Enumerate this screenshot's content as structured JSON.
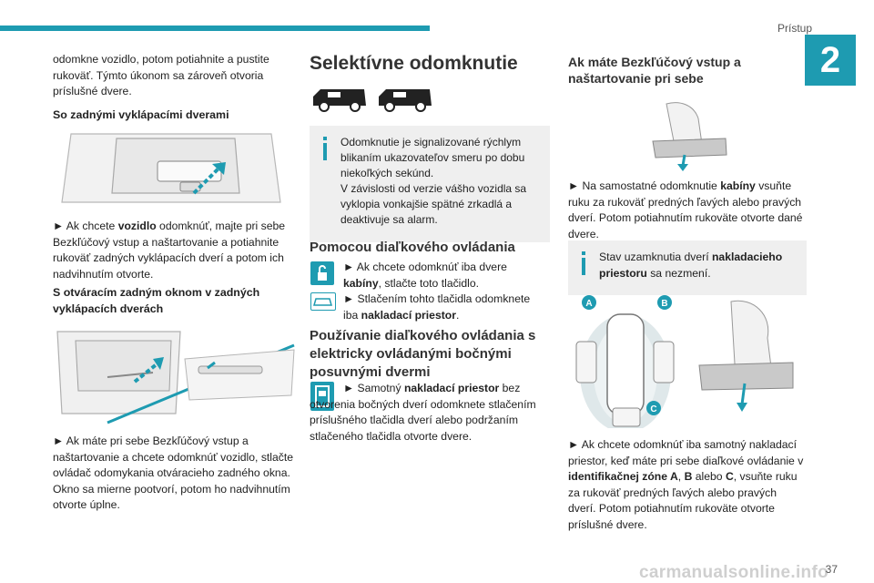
{
  "header": {
    "section_title": "Prístup",
    "section_number": "2"
  },
  "footer": {
    "page_number": "37",
    "watermark": "carmanualsonline.info"
  },
  "col1": {
    "intro": "odomkne vozidlo, potom potiahnite a pustite rukoväť. Týmto úkonom sa zároveň otvoria príslušné dvere.",
    "heading1": "So zadnými vyklápacími dverami",
    "para1_a": "► Ak chcete ",
    "para1_b": "vozidlo",
    "para1_c": " odomknúť, majte pri sebe Bezkľúčový vstup a naštartovanie a potiahnite rukoväť zadných vyklápacích dverí a potom ich nadvihnutím otvorte.",
    "heading2": "S otváracím zadným oknom v zadných vyklápacích dverách",
    "para2": "► Ak máte pri sebe Bezkľúčový vstup a naštartovanie a chcete odomknúť vozidlo, stlačte ovládač odomykania otváracieho zadného okna. Okno sa mierne pootvorí, potom ho nadvihnutím otvorte úplne."
  },
  "col2": {
    "title": "Selektívne odomknutie",
    "note": "Odomknutie je signalizované rýchlym blikaním ukazovateľov smeru po dobu niekoľkých sekúnd.\nV závislosti od verzie vášho vozidla sa vyklopia vonkajšie spätné zrkadlá a deaktivuje sa alarm.",
    "heading_remote": "Pomocou diaľkového ovládania",
    "remote_p1_a": "► Ak chcete odomknúť iba dvere ",
    "remote_p1_b": "kabíny",
    "remote_p1_c": ", stlačte toto tlačidlo.",
    "remote_p2_a": "► Stlačením tohto tlačidla odomknete iba ",
    "remote_p2_b": "nakladací priestor",
    "remote_p2_c": ".",
    "heading_sliding": "Používanie diaľkového ovládania s elektricky ovládanými bočnými posuvnými dvermi",
    "sliding_p_a": "► Samotný ",
    "sliding_p_b": "nakladací priestor",
    "sliding_p_c": " bez otvorenia bočných dverí odomknete stlačením príslušného tlačidla dverí alebo podržaním stlačeného tlačidla otvorte dvere."
  },
  "col3": {
    "heading": "Ak máte Bezkľúčový vstup a naštartovanie pri sebe",
    "para1_a": "► Na samostatné odomknutie ",
    "para1_b": "kabíny",
    "para1_c": " vsuňte ruku za rukoväť predných ľavých alebo pravých dverí. Potom potiahnutím rukoväte otvorte dané dvere.",
    "note_a": "Stav uzamknutia dverí ",
    "note_b": "nakladacieho priestoru",
    "note_c": " sa nezmení.",
    "zone_a": "A",
    "zone_b": "B",
    "zone_c": "C",
    "para2_a": "► Ak chcete odomknúť iba samotný nakladací priestor, keď máte pri sebe diaľkové ovládanie v ",
    "para2_b": "identifikačnej zóne A",
    "para2_c": ", ",
    "para2_d": "B",
    "para2_e": " alebo ",
    "para2_f": "C",
    "para2_g": ", vsuňte ruku za rukoväť predných ľavých alebo pravých dverí. Potom potiahnutím rukoväte otvorte príslušné dvere."
  },
  "colors": {
    "accent": "#1e9bb1",
    "note_bg": "#efefef"
  }
}
